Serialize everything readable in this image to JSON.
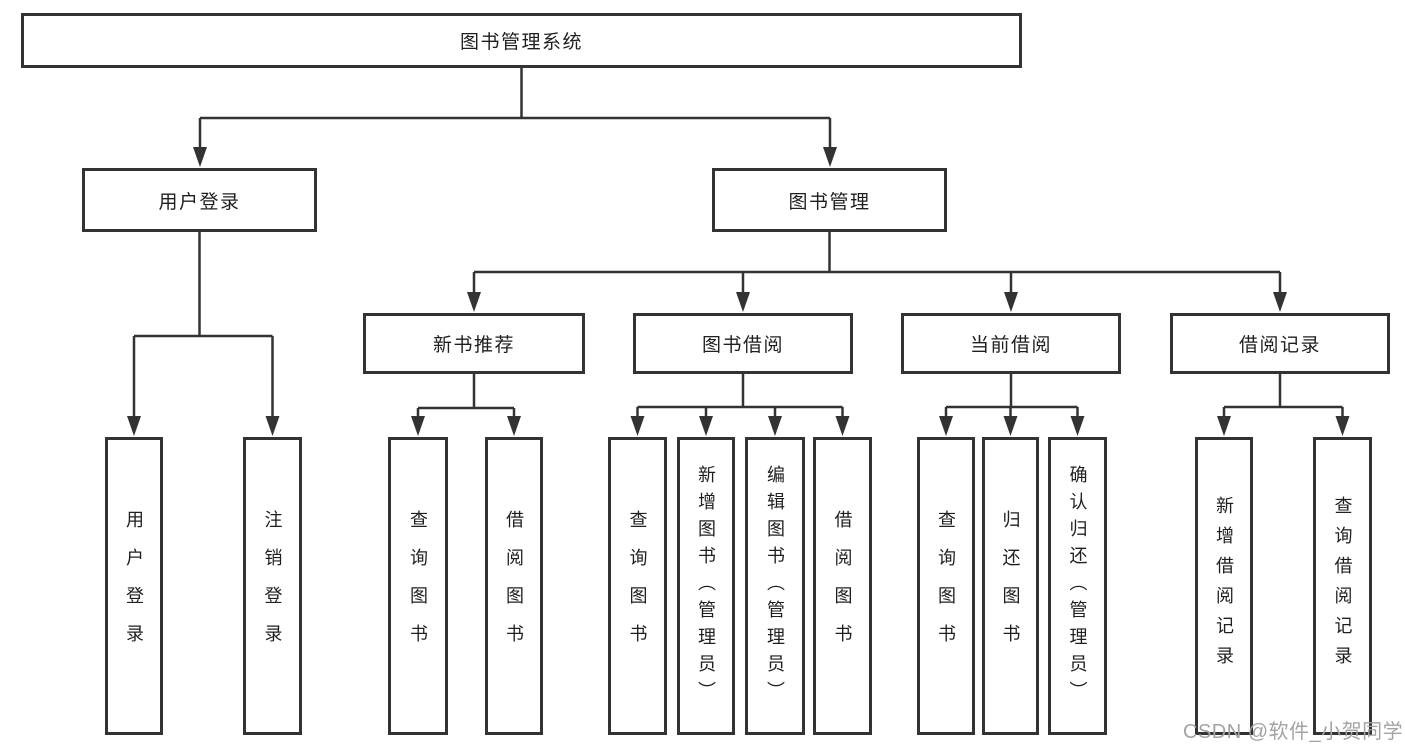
{
  "tree": {
    "root": "图书管理系统",
    "user_login": {
      "label": "用户登录",
      "children": [
        "用户登录",
        "注销登录"
      ]
    },
    "book_mgmt": {
      "label": "图书管理",
      "children": [
        {
          "label": "新书推荐",
          "children": [
            "查询图书",
            "借阅图书"
          ]
        },
        {
          "label": "图书借阅",
          "children": [
            "查询图书",
            "新增图书（管理员）",
            "编辑图书（管理员）",
            "借阅图书"
          ]
        },
        {
          "label": "当前借阅",
          "children": [
            "查询图书",
            "归还图书",
            "确认归还（管理员）"
          ]
        },
        {
          "label": "借阅记录",
          "children": [
            "新增借阅记录",
            "查询借阅记录"
          ]
        }
      ]
    }
  },
  "watermark": "CSDN @软件_小贺同学",
  "colors": {
    "line": "#333333",
    "text": "#1f1f1f",
    "watermark": "#a3a3a5",
    "background": "#ffffff"
  }
}
